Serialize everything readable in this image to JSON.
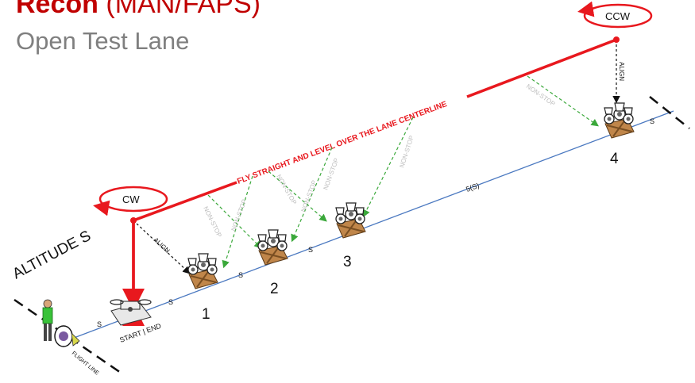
{
  "header": {
    "title_bold": "Recon",
    "title_rest": " (MAN/FAPS)",
    "subtitle": "Open Test Lane"
  },
  "diagram": {
    "altitude_label": "ALTITUDE S",
    "flight_line_label": "FLIGHT LINE",
    "start_end_label": "START | END",
    "centerline_instruction": "FLY STRAIGHT AND LEVEL OVER THE LANE CENTERLINE",
    "cw_label": "CW",
    "ccw_label": "CCW",
    "align_label": "ALIGN",
    "non_stop_label": "NON-STOP",
    "segment_label": "S",
    "long_segment_label": "5(S)",
    "stations": [
      "1",
      "2",
      "3",
      "4"
    ]
  },
  "colors": {
    "title_red": "#c00000",
    "path_red": "#e8181e",
    "lane_blue": "#4a78c0",
    "nonstop_green": "#3aa83a",
    "subtitle_gray": "#7f7f7f",
    "stand_brown": "#b07a3a"
  }
}
